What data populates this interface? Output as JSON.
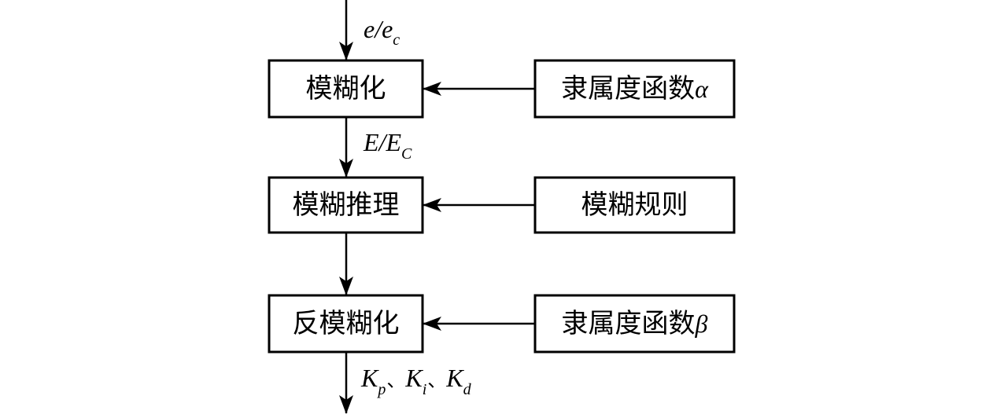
{
  "boxes": {
    "fuzzify": "模糊化",
    "inference": "模糊推理",
    "defuzzify": "反模糊化",
    "membership_alpha": "隶属度函数",
    "rules": "模糊规则",
    "membership_beta": "隶属度函数"
  },
  "symbols": {
    "alpha": "α",
    "beta": "β"
  },
  "labels": {
    "input": {
      "base": "e/e",
      "sub": "c"
    },
    "fuzzy_input": {
      "base": "E/E",
      "sub": "C"
    },
    "outputs": {
      "kp": {
        "base": "K",
        "sub": "p"
      },
      "ki": {
        "base": "K",
        "sub": "i"
      },
      "kd": {
        "base": "K",
        "sub": "d"
      },
      "separator": "、"
    }
  },
  "colors": {
    "stroke": "#000000",
    "background": "#ffffff"
  }
}
